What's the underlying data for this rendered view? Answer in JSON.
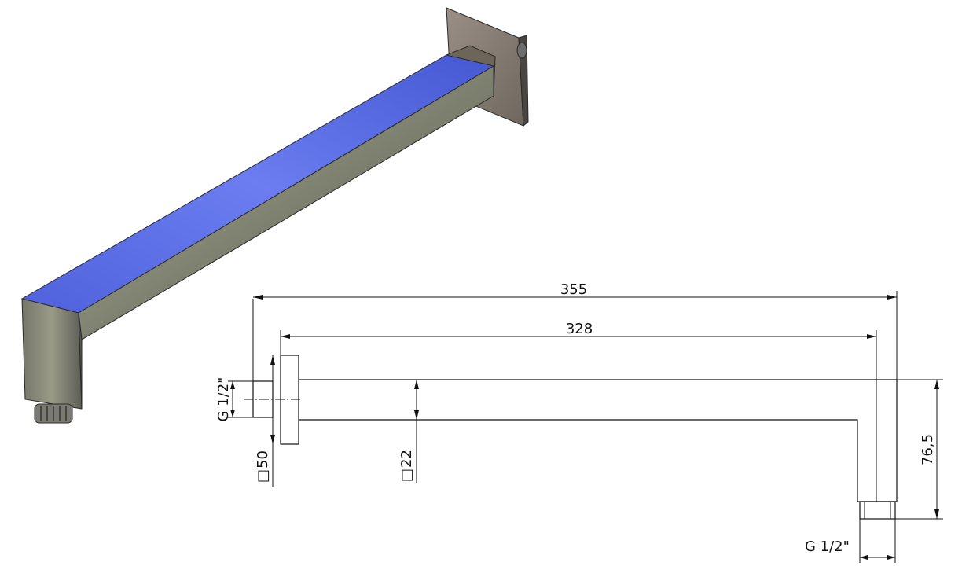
{
  "drawing": {
    "dimensions": {
      "total_length": "355",
      "arm_length": "328",
      "drop_height": "76,5",
      "flange_size": "50",
      "arm_section": "22",
      "thread_wall": "G 1/2\"",
      "thread_outlet": "G 1/2\""
    },
    "symbols": {
      "square": "□"
    },
    "colors": {
      "line": "#111111",
      "metal_top": "#5a6fe0",
      "metal_side": "#6f7062",
      "flange": "#8f857c"
    }
  }
}
